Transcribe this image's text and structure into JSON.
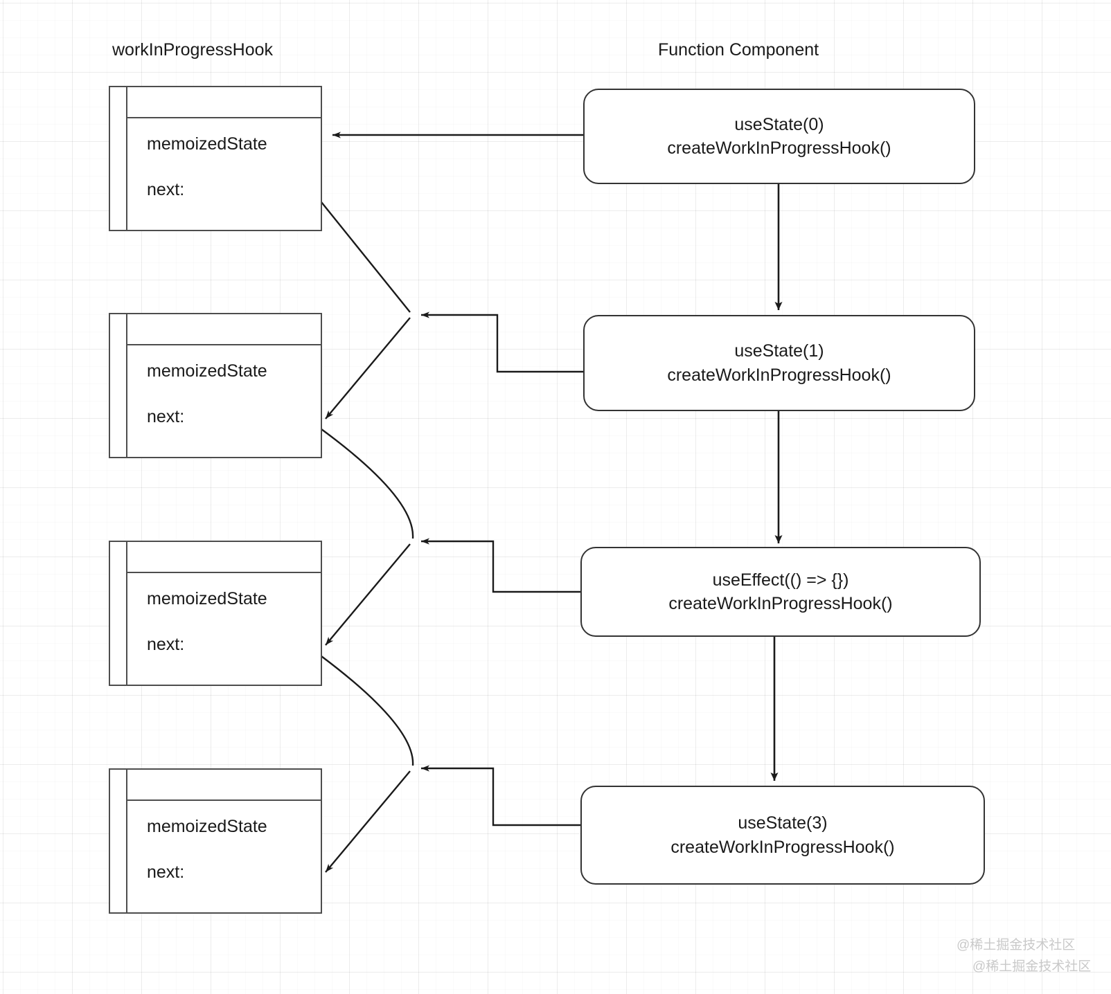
{
  "columns": {
    "left_title": "workInProgressHook",
    "right_title": "Function Component"
  },
  "hooks": [
    {
      "field1": "memoizedState",
      "field2": "next:"
    },
    {
      "field1": "memoizedState",
      "field2": "next:"
    },
    {
      "field1": "memoizedState",
      "field2": "next:"
    },
    {
      "field1": "memoizedState",
      "field2": "next:"
    }
  ],
  "calls": [
    {
      "line1": "useState(0)",
      "line2": "createWorkInProgressHook()"
    },
    {
      "line1": "useState(1)",
      "line2": "createWorkInProgressHook()"
    },
    {
      "line1": "useEffect(() => {})",
      "line2": "createWorkInProgressHook()"
    },
    {
      "line1": "useState(3)",
      "line2": "createWorkInProgressHook()"
    }
  ],
  "watermark": {
    "line1": "@稀土掘金技术社区",
    "line2": "@稀土掘金技术社区"
  },
  "colors": {
    "stroke_record": "#4d4d4d",
    "stroke_rounded": "#333333",
    "edge": "#1a1a1a",
    "text": "#1a1a1a",
    "grid_minor": "#f2f2f2",
    "grid_major": "#ebebeb",
    "background": "#ffffff",
    "watermark": "#c9c9c9"
  }
}
